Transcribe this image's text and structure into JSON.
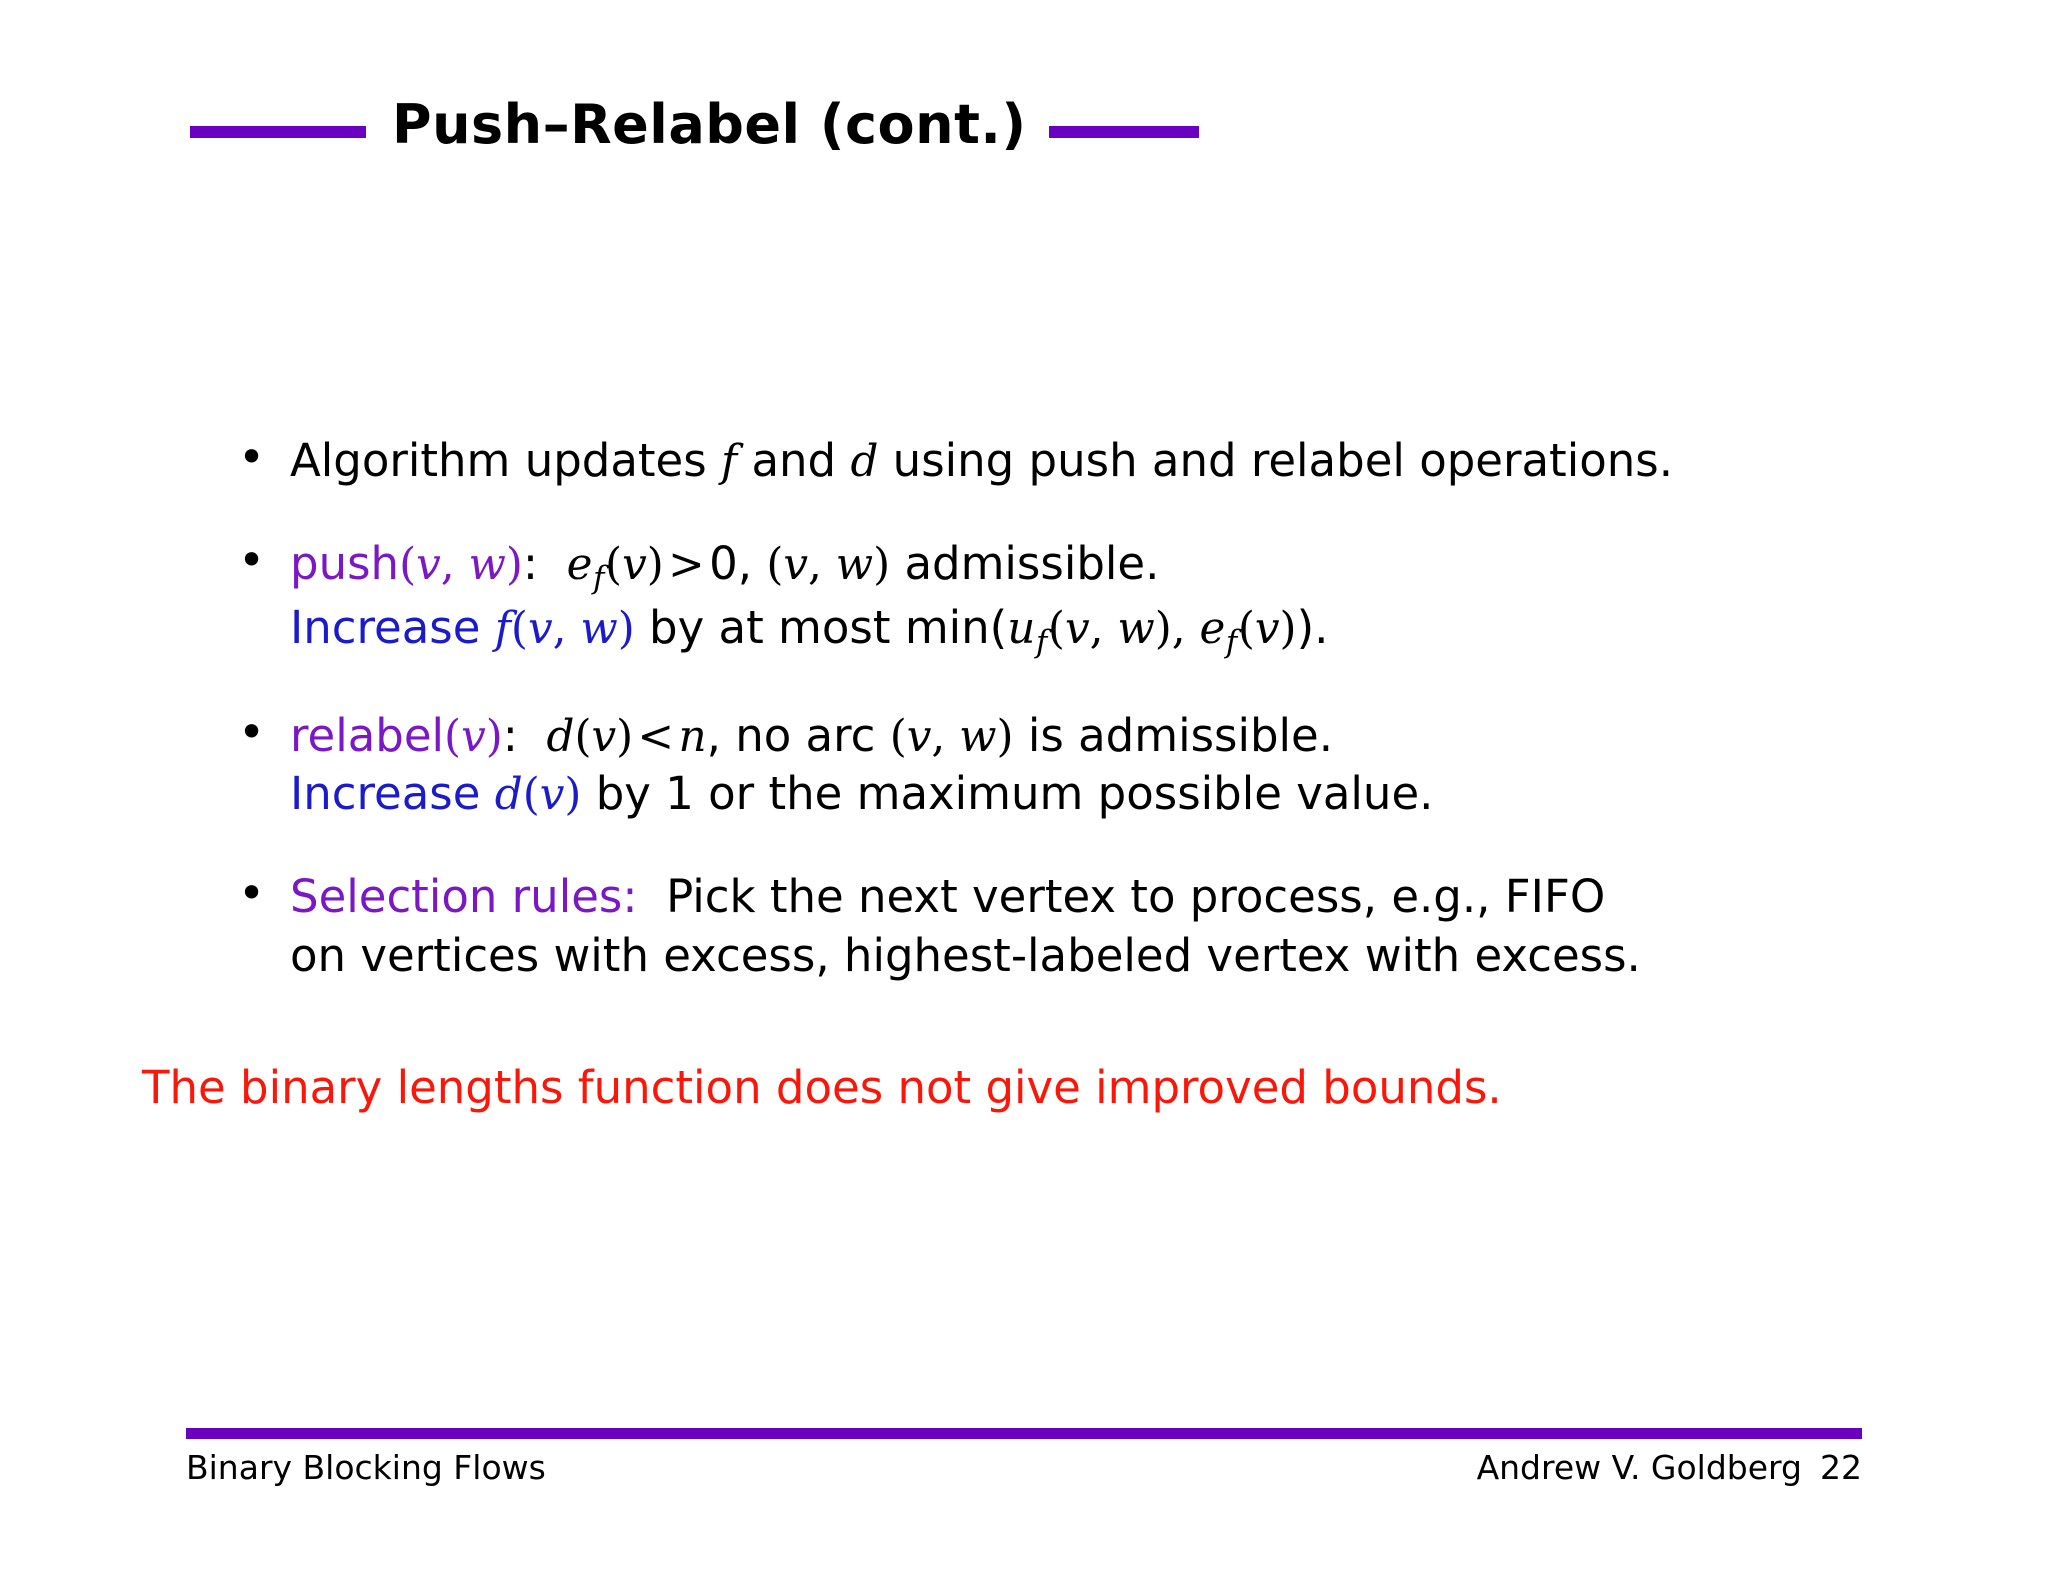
{
  "slide": {
    "title": "Push–Relabel (cont.)",
    "accent_purple": "#6A00C0",
    "text_purple": "#7B17C4",
    "text_blue": "#1B1BCC",
    "text_red": "#FA1709",
    "background": "#FFFFFF"
  },
  "bullets": [
    {
      "id": "algorithm-updates",
      "lines": [
        {
          "segments": [
            {
              "text": "Algorithm updates ",
              "style": "plain"
            },
            {
              "text": "f",
              "style": "math-italic"
            },
            {
              "text": " and ",
              "style": "plain"
            },
            {
              "text": "d",
              "style": "math-italic"
            },
            {
              "text": " using push and relabel operations.",
              "style": "plain"
            }
          ],
          "plain": "Algorithm updates f and d using push and relabel operations."
        }
      ]
    },
    {
      "id": "push-operation",
      "lines": [
        {
          "plain": "push(v, w):  e_f(v) > 0, (v, w) admissible.",
          "label": "push",
          "label_color": "purple",
          "label_args": "(v, w)",
          "condition": "e_f(v) > 0, (v, w) admissible."
        },
        {
          "plain": "Increase f(v, w) by at most min(u_f(v, w), e_f(v)).",
          "action": "Increase",
          "action_color": "blue",
          "action_arg": "f(v, w)",
          "rest": "by at most min(u_f(v, w), e_f(v))."
        }
      ]
    },
    {
      "id": "relabel-operation",
      "lines": [
        {
          "plain": "relabel(v):  d(v) < n, no arc (v, w) is admissible.",
          "label": "relabel",
          "label_color": "purple",
          "label_args": "(v)",
          "condition": "d(v) < n, no arc (v, w) is admissible."
        },
        {
          "plain": "Increase d(v) by 1 or the maximum possible value.",
          "action": "Increase",
          "action_color": "blue",
          "action_arg": "d(v)",
          "rest": "by 1 or the maximum possible value."
        }
      ]
    },
    {
      "id": "selection-rules",
      "lines": [
        {
          "plain": "Selection rules: Pick the next vertex to process, e.g., FIFO",
          "label": "Selection rules:",
          "label_color": "purple",
          "rest": "Pick the next vertex to process, e.g., FIFO"
        },
        {
          "plain": "on vertices with excess, highest-labeled vertex with excess.",
          "rest": "on vertices with excess, highest-labeled vertex with excess."
        }
      ]
    }
  ],
  "statement": "The binary lengths function does not give improved bounds.",
  "footer": {
    "left": "Binary Blocking Flows",
    "author": "Andrew V. Goldberg",
    "page": "22"
  },
  "math": {
    "push_label": "push",
    "relabel_label": "relabel",
    "selection_label": "Selection rules:",
    "increase": "Increase",
    "v": "v",
    "w": "w",
    "f": "f",
    "d": "d",
    "e": "e",
    "u": "u",
    "n": "n",
    "zero": "0",
    "one": "1",
    "gt": ">",
    "lt": "<",
    "and": " and ",
    "algorithm_updates_pre": "Algorithm updates ",
    "algorithm_updates_post": " using push and relabel operations.",
    "push_cond_tail": " admissible.",
    "push_rest_pre": " by at most min(",
    "push_rest_mid": ", ",
    "push_rest_post": ").",
    "relabel_cond_mid": ", no arc ",
    "relabel_cond_tail": " is admissible.",
    "relabel_rest": " by 1 or the maximum possible value.",
    "selection_rest": "Pick the next vertex to process, e.g., FIFO",
    "selection_line2": "on vertices with excess, highest-labeled vertex with excess.",
    "comma": ", ",
    "lparen": "(",
    "rparen": ")",
    "colon": ":"
  }
}
